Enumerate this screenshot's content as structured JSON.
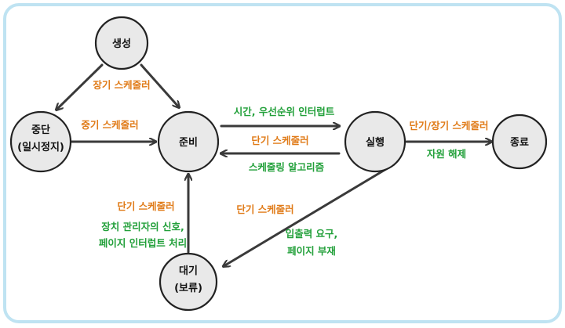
{
  "colors": {
    "orange": "#e07b18",
    "green": "#22a03a",
    "node_fill": "#e9e9e9",
    "frame": "#bfe3f2"
  },
  "nodes": {
    "create": "생성",
    "suspend_line1": "중단",
    "suspend_line2": "(일시정지)",
    "ready": "준비",
    "running": "실행",
    "exit": "종료",
    "wait_line1": "대기",
    "wait_line2": "(보류)"
  },
  "edges": {
    "long_term_scheduler": "장기 스케줄러",
    "mid_term_scheduler": "중기 스케줄러",
    "timeout_interrupt": "시간, 우선순위 인터럽트",
    "short_term_scheduler": "단기 스케줄러",
    "scheduling_algorithm": "스케줄링 알고리즘",
    "short_long_scheduler": "단기/장기 스케줄러",
    "resource_release": "자원 해제",
    "running_to_wait_scheduler": "단기 스케줄러",
    "io_request_line1": "입출력 요구,",
    "io_request_line2": "페이지 부재",
    "wait_to_ready_scheduler": "단기 스케줄러",
    "device_signal_line1": "장치 관리자의 신호,",
    "device_signal_line2": "페이지 인터럽트 처리"
  }
}
